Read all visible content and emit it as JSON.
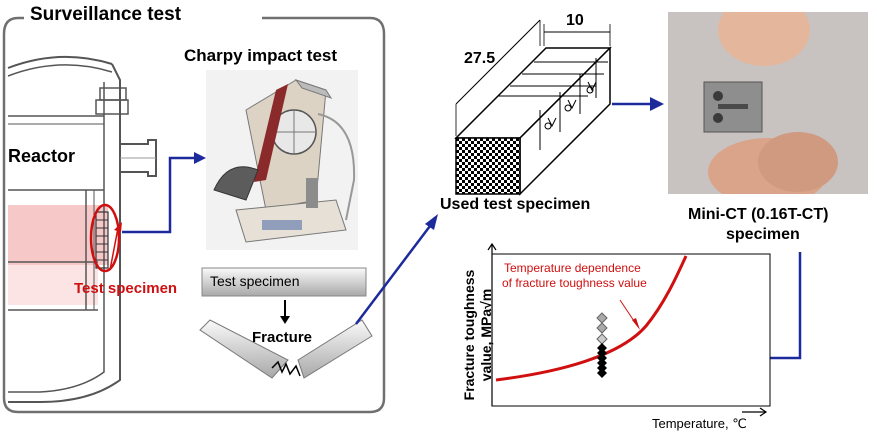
{
  "surveillance": {
    "title": "Surveillance test"
  },
  "reactor": {
    "label": "Reactor",
    "specimen_label": "Test specimen"
  },
  "charpy": {
    "title": "Charpy impact test",
    "bar_label": "Test specimen",
    "fracture_label": "Fracture"
  },
  "used_specimen": {
    "label": "Used test specimen",
    "dim_length": "27.5",
    "dim_width": "10"
  },
  "minict": {
    "label_line1": "Mini-CT (0.16T-CT)",
    "label_line2": "specimen"
  },
  "graph": {
    "ylabel_line1": "Fracture toughness",
    "ylabel_line2": "value, MPa√m",
    "xlabel": "Temperature, ℃",
    "annotation_line1": "Temperature  dependence",
    "annotation_line2": "of fracture toughness value"
  },
  "colors": {
    "flow_arrow": "#1c2a9c",
    "curve": "#d01010",
    "specimen_text": "#d01010",
    "panel_border": "#707070",
    "reactor_fill": "#f7c8c8"
  }
}
